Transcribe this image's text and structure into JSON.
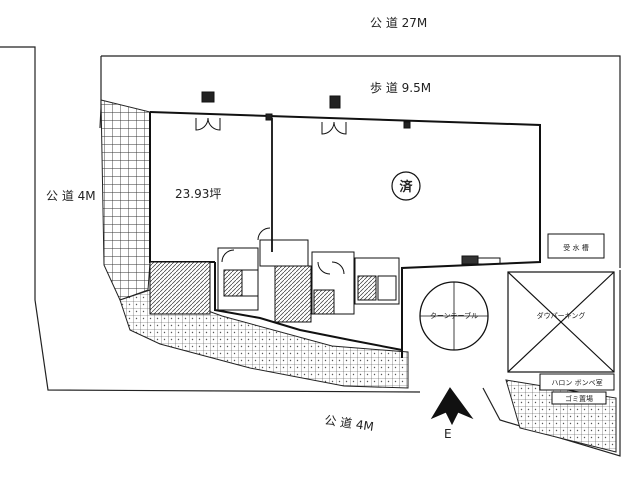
{
  "roads": {
    "north_outer": "公 道 27M",
    "north_inner": "歩 道 9.5M",
    "west": "公 道 4M",
    "south": "公 道 4M"
  },
  "floor": {
    "area_label": "23.93坪",
    "contracted_mark": "済"
  },
  "facilities": {
    "turntable": "ターンテーブル",
    "drive_parking": "ダウパーキング",
    "small_room_top": "受 水 槽",
    "small_room_mid": "ハロン ボンベ室",
    "small_room_bot": "ゴミ置場"
  },
  "compass": {
    "letter": "E"
  }
}
